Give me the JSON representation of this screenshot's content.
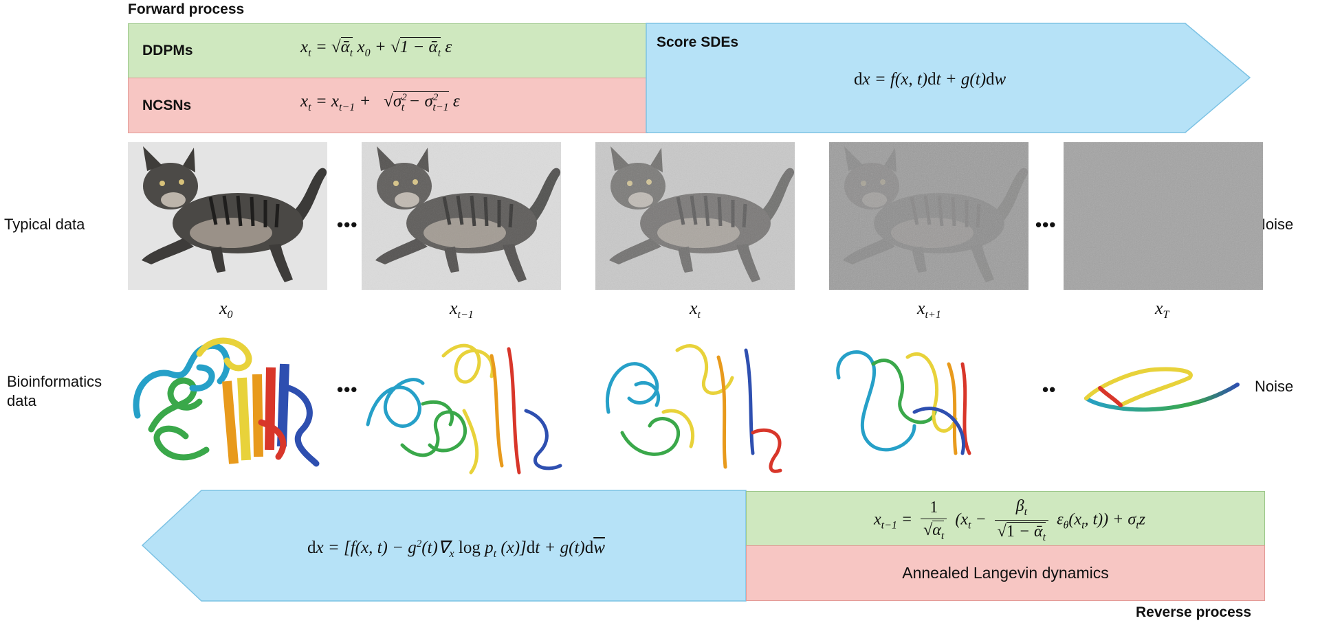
{
  "forward": {
    "title": "Forward process",
    "ddpm_label": "DDPMs",
    "ncsn_label": "NCSNs",
    "sde_label": "Score SDEs",
    "ddpm_eq": "x_t = √ᾱ_t x_0 + √(1 − ᾱ_t) ε",
    "ncsn_eq": "x_t = x_{t−1} + √(σ_t² − σ_{t−1}²) ε",
    "sde_eq": "dx = f(x, t)dt + g(t)dw"
  },
  "rows": {
    "typical_label": "Typical data",
    "bio_label_line1": "Bioinformatics",
    "bio_label_line2": "data",
    "noise_label_1": "Noise",
    "noise_label_2": "Noise"
  },
  "steps": [
    "x_0",
    "x_{t−1}",
    "x_t",
    "x_{t+1}",
    "x_T"
  ],
  "dots": {
    "typical": [
      "•••",
      "•••"
    ],
    "bio": [
      "•••",
      "••"
    ]
  },
  "reverse": {
    "title": "Reverse process",
    "sde_eq": "dx = [f(x, t) − g²(t)∇_x log p_t(x)]dt + g(t)dw̄",
    "ddpm_eq": "x_{t−1} = 1/√α_t (x_t − β_t/√(1 − ᾱ_t) ε_θ(x_t, t)) + σ_t z",
    "ncsn_label": "Annealed Langevin dynamics"
  },
  "colors": {
    "green": "#cfe8bf",
    "pink": "#f7c6c3",
    "blue": "#b6e2f7",
    "protein": [
      "#2e4fb0",
      "#26a0c8",
      "#3aa84a",
      "#e8d23a",
      "#e89a1c",
      "#d8362a"
    ]
  },
  "icons": {
    "typical_images": "cat-photo",
    "bio_images": "protein-ribbon"
  }
}
